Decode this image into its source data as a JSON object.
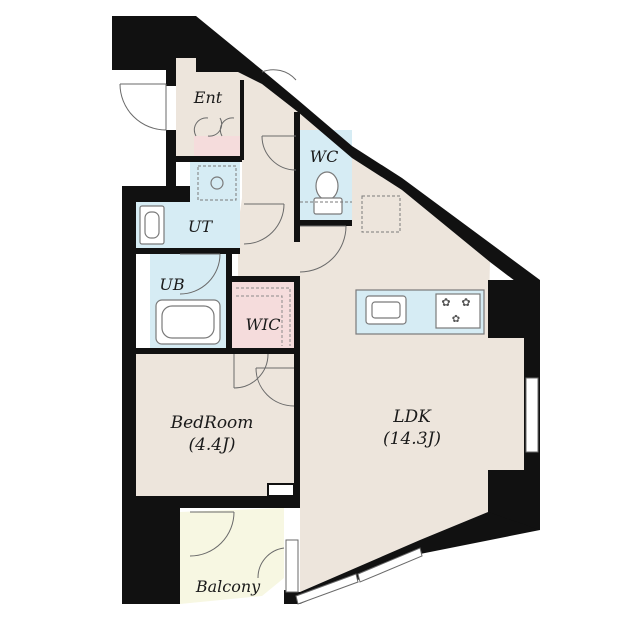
{
  "rooms": {
    "entrance": "Ent",
    "wc": "WC",
    "utility": "UT",
    "bath": "UB",
    "walk_in_closet": "WIC",
    "bedroom": {
      "name": "BedRoom",
      "size": "(4.4J)"
    },
    "ldk": {
      "name": "LDK",
      "size": "(14.3J)"
    },
    "balcony": "Balcony"
  },
  "colors": {
    "wall": "#111111",
    "floor": "#ede5dc",
    "wet_area": "#d6ecf4",
    "closet": "#f5dcdc",
    "balcony": "#f7f7e2",
    "line": "#6a6a6a"
  }
}
